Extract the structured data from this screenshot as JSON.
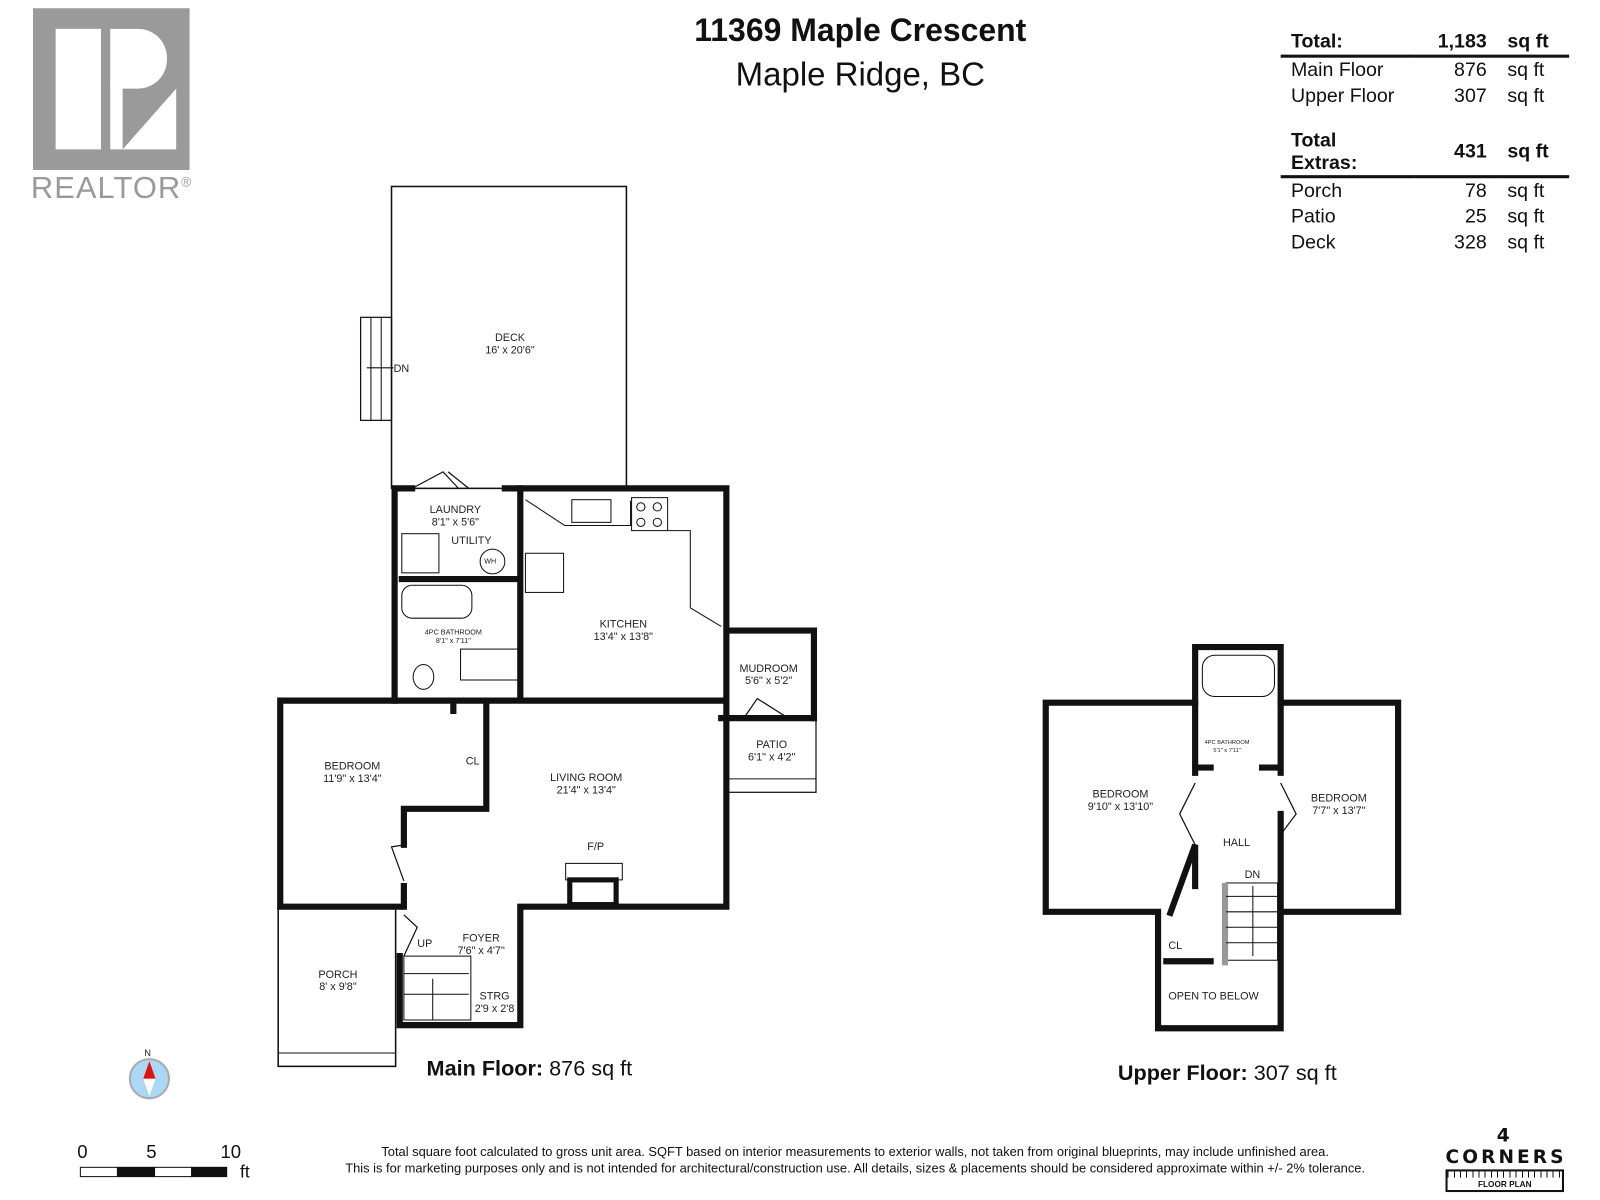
{
  "header": {
    "address": "11369 Maple Crescent",
    "city": "Maple Ridge, BC"
  },
  "logo": {
    "name": "REALTOR",
    "registered": "®",
    "color": "#9a9a9a"
  },
  "area_summary": {
    "total": {
      "label": "Total:",
      "value": "1,183",
      "unit": "sq ft"
    },
    "floors": [
      {
        "label": "Main Floor",
        "value": "876",
        "unit": "sq ft"
      },
      {
        "label": "Upper Floor",
        "value": "307",
        "unit": "sq ft"
      }
    ],
    "total_extras": {
      "label": "Total Extras:",
      "value": "431",
      "unit": "sq ft"
    },
    "extras": [
      {
        "label": "Porch",
        "value": "78",
        "unit": "sq ft"
      },
      {
        "label": "Patio",
        "value": "25",
        "unit": "sq ft"
      },
      {
        "label": "Deck",
        "value": "328",
        "unit": "sq ft"
      }
    ]
  },
  "main_floor": {
    "label": "Main Floor:",
    "area": "876 sq ft",
    "rooms": {
      "deck": {
        "name": "DECK",
        "dims": "16' x 20'6\""
      },
      "deck_dn": "DN",
      "laundry": {
        "name": "LAUNDRY",
        "dims": "8'1\" x 5'6\""
      },
      "utility": "UTILITY",
      "wh": "WH",
      "bath": {
        "name": "4PC BATHROOM",
        "dims": "8'1\" x 7'11\""
      },
      "kitchen": {
        "name": "KITCHEN",
        "dims": "13'4\" x 13'8\""
      },
      "mudroom": {
        "name": "MUDROOM",
        "dims": "5'6\" x 5'2\""
      },
      "patio": {
        "name": "PATIO",
        "dims": "6'1\" x 4'2\""
      },
      "bedroom": {
        "name": "BEDROOM",
        "dims": "11'9\" x 13'4\""
      },
      "closet": "CL",
      "living": {
        "name": "LIVING ROOM",
        "dims": "21'4\" x 13'4\""
      },
      "fireplace": "F/P",
      "porch": {
        "name": "PORCH",
        "dims": "8' x 9'8\""
      },
      "up": "UP",
      "foyer": {
        "name": "FOYER",
        "dims": "7'6\" x 4'7\""
      },
      "storage": {
        "name": "STRG",
        "dims": "2'9 x 2'8"
      }
    }
  },
  "upper_floor": {
    "label": "Upper Floor:",
    "area": "307 sq ft",
    "rooms": {
      "bedroom_left": {
        "name": "BEDROOM",
        "dims": "9'10\" x 13'10\""
      },
      "bedroom_right": {
        "name": "BEDROOM",
        "dims": "7'7\" x 13'7\""
      },
      "bath": {
        "name": "4PC BATHROOM",
        "dims": "5'1\" x 7'11\""
      },
      "hall": "HALL",
      "dn": "DN",
      "closet": "CL",
      "open": "OPEN TO BELOW"
    }
  },
  "compass": {
    "label": "N",
    "needle_color": "#e01010",
    "ring_color": "#aad8f5"
  },
  "scale_bar": {
    "ticks": [
      "0",
      "5",
      "10"
    ],
    "unit": "ft"
  },
  "footer": {
    "line1": "Total square foot calculated to gross unit area. SQFT based on interior measurements to exterior walls, not taken from original blueprints, may include unfinished area.",
    "line2": "This is for marketing purposes only and is not intended for architectural/construction use.  All details, sizes & placements should be considered approximate within +/- 2% tolerance."
  },
  "brand": {
    "name": "4 CORNERS",
    "sub": "FLOOR PLAN"
  }
}
